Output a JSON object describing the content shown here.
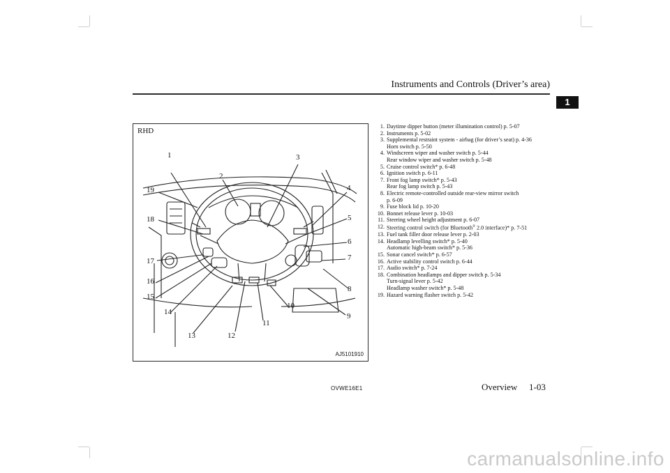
{
  "header": {
    "title": "Instruments and Controls (Driver’s area)",
    "chapter": "1"
  },
  "figure": {
    "label": "RHD",
    "code": "AJ5101910",
    "callouts": [
      "1",
      "2",
      "3",
      "4",
      "5",
      "6",
      "7",
      "8",
      "9",
      "10",
      "11",
      "12",
      "13",
      "14",
      "15",
      "16",
      "17",
      "18",
      "19"
    ]
  },
  "legend": [
    {
      "num": "1.",
      "text": "Daytime dipper button (meter illumination control) p. 5-07",
      "sub": ""
    },
    {
      "num": "2.",
      "text": "Instruments p. 5-02",
      "sub": ""
    },
    {
      "num": "3.",
      "text": "Supplemental restraint system - airbag (for driver’s seat) p. 4-36",
      "sub": "Horn switch p. 5-50"
    },
    {
      "num": "4.",
      "text": "Windscreen wiper and washer switch p. 5-44",
      "sub": "Rear window wiper and washer switch p. 5-48"
    },
    {
      "num": "5.",
      "text": "Cruise control switch* p. 6-48",
      "sub": ""
    },
    {
      "num": "6.",
      "text": "Ignition switch p. 6-11",
      "sub": ""
    },
    {
      "num": "7.",
      "text": "Front fog lamp switch* p. 5-43",
      "sub": "Rear fog lamp switch p. 5-43"
    },
    {
      "num": "8.",
      "text": "Electric remote-controlled outside rear-view mirror switch",
      "sub": "p. 6-09"
    },
    {
      "num": "9.",
      "text": "Fuse block lid p. 10-20",
      "sub": ""
    },
    {
      "num": "10.",
      "text": "Bonnet release lever p. 10-03",
      "sub": ""
    },
    {
      "num": "11.",
      "text": "Steering wheel height adjustment p. 6-07",
      "sub": ""
    },
    {
      "num": "12.",
      "text_before": "Steering control switch (for Bluetooth",
      "sup": "®",
      "text_after": " 2.0 interface)* p. 7-51",
      "sub": ""
    },
    {
      "num": "13.",
      "text": "Fuel tank filler door release lever p. 2-03",
      "sub": ""
    },
    {
      "num": "14.",
      "text": "Headlamp levelling switch* p. 5-40",
      "sub": "Automatic high-beam switch* p. 5-36"
    },
    {
      "num": "15.",
      "text": "Sonar cancel switch* p. 6-57",
      "sub": ""
    },
    {
      "num": "16.",
      "text": "Active stability control switch p. 6-44",
      "sub": ""
    },
    {
      "num": "17.",
      "text": "Audio switch* p. 7-24",
      "sub": ""
    },
    {
      "num": "18.",
      "text": "Combination headlamps and dipper switch p. 5-34",
      "sub": "Turn-signal lever p. 5-42"
    },
    {
      "num": "",
      "text": "",
      "sub": "Headlamp washer switch* p. 5-48"
    },
    {
      "num": "19.",
      "text": "Hazard warning flasher switch p. 5-42",
      "sub": ""
    }
  ],
  "footer": {
    "code": "OVWE16E1",
    "section": "Overview",
    "page": "1-03"
  },
  "watermark": "carmanualsonline.info"
}
